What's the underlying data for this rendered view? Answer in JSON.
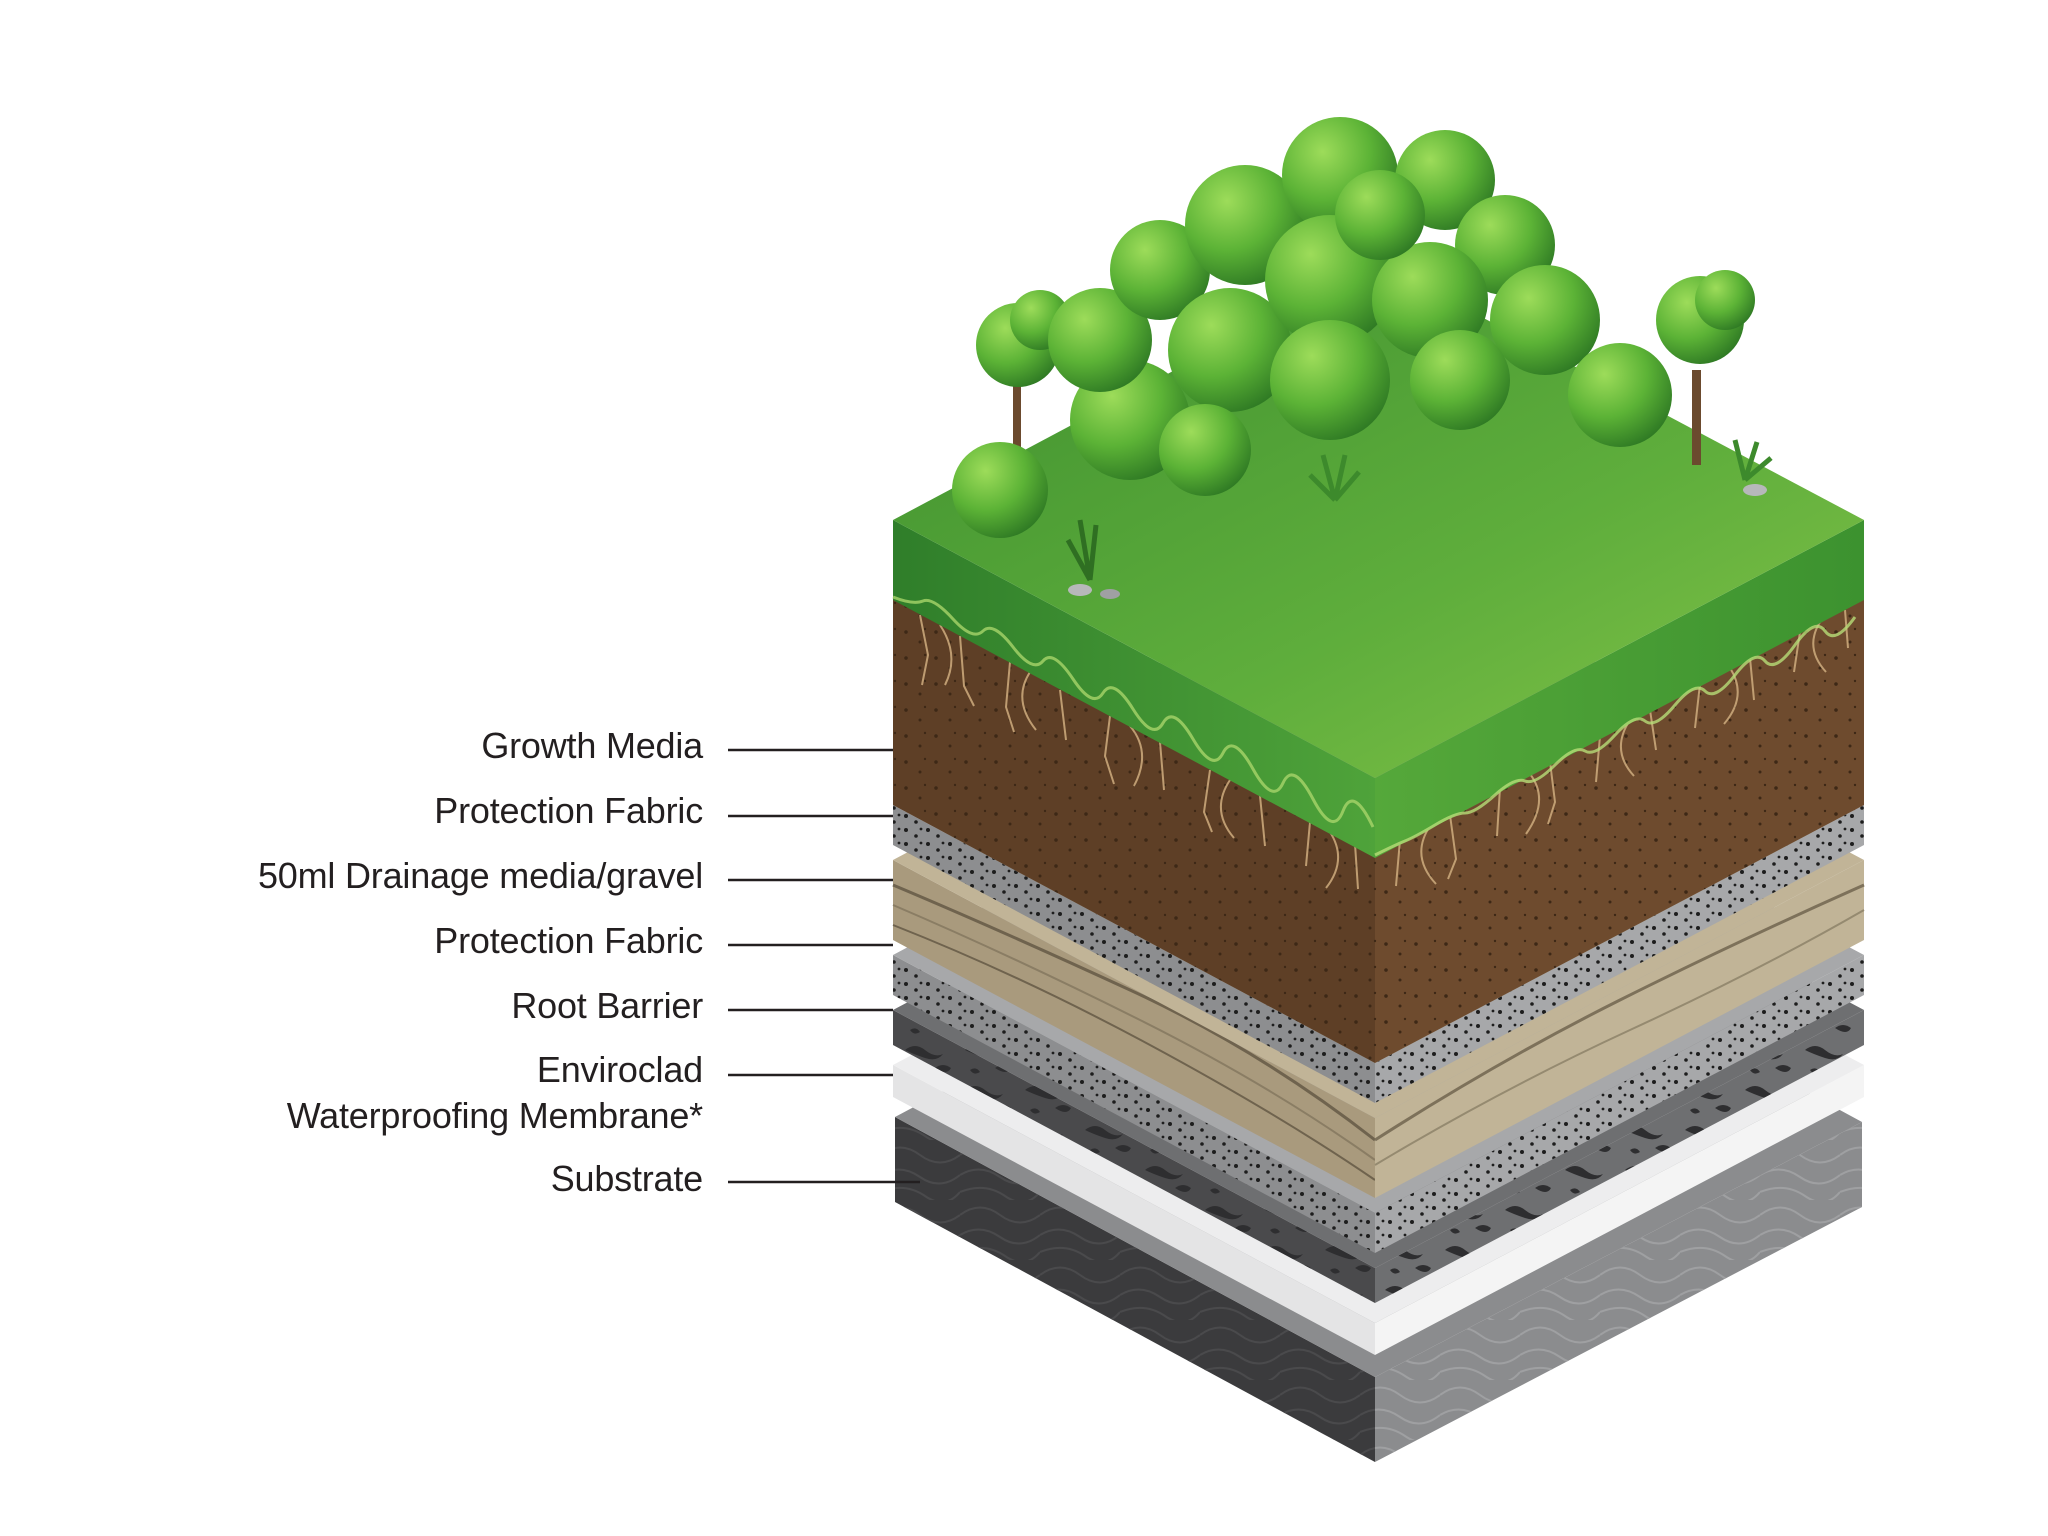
{
  "labels": [
    {
      "id": "growth-media",
      "text": "Growth Media"
    },
    {
      "id": "protection-fabric-upper",
      "text": "Protection Fabric"
    },
    {
      "id": "drainage-media",
      "text": "50ml Drainage media/gravel"
    },
    {
      "id": "protection-fabric-lower",
      "text": "Protection Fabric"
    },
    {
      "id": "root-barrier",
      "text": "Root Barrier"
    },
    {
      "id": "waterproofing-membrane",
      "line1": "Enviroclad",
      "line2": "Waterproofing Membrane*"
    },
    {
      "id": "substrate",
      "text": "Substrate"
    }
  ],
  "colors": {
    "grass": "#6cb33f",
    "soil": "#6b4a2e",
    "fabric": "#9a9b9d",
    "drainage": "#b8aa8c",
    "root_barrier": "#6d6e70",
    "membrane": "#ececec",
    "substrate": "#7a7b7d",
    "leader_line": "#231f20",
    "text": "#231f20"
  }
}
